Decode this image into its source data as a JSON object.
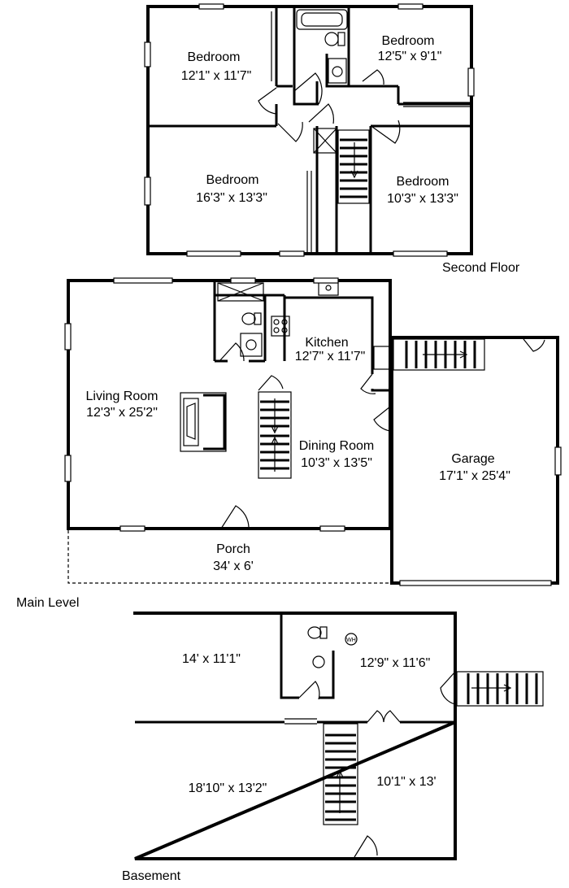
{
  "floors": {
    "second": {
      "label": "Second Floor",
      "rooms": [
        {
          "name": "Bedroom",
          "size": "12'1\" x 11'7\""
        },
        {
          "name": "Bedroom",
          "size": "12'5\" x 9'1\""
        },
        {
          "name": "Bedroom",
          "size": "16'3\" x 13'3\""
        },
        {
          "name": "Bedroom",
          "size": "10'3\" x 13'3\""
        }
      ]
    },
    "main": {
      "label": "Main Level",
      "rooms": [
        {
          "name": "Kitchen",
          "size": "12'7\" x 11'7\""
        },
        {
          "name": "Living Room",
          "size": "12'3\" x 25'2\""
        },
        {
          "name": "Dining Room",
          "size": "10'3\" x 13'5\""
        },
        {
          "name": "Garage",
          "size": "17'1\" x 25'4\""
        },
        {
          "name": "Porch",
          "size": "34' x 6'"
        }
      ]
    },
    "basement": {
      "label": "Basement",
      "rooms": [
        {
          "size": "14' x 11'1\""
        },
        {
          "size": "12'9\" x 11'6\""
        },
        {
          "size": "18'10\" x 13'2\""
        },
        {
          "size": "10'1\" x 13'"
        }
      ],
      "water_heater": "WH"
    }
  }
}
